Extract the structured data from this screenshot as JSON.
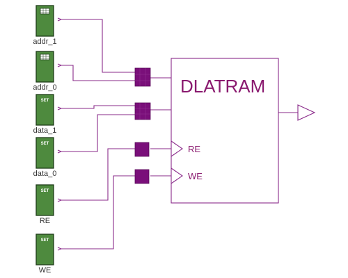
{
  "diagram": {
    "block_label": "DLATRAM",
    "ports": {
      "re": "RE",
      "we": "WE"
    },
    "inputs": [
      {
        "id": "addr_1",
        "label": "addr_1",
        "icon": "table-icon",
        "icon_text": ""
      },
      {
        "id": "addr_0",
        "label": "addr_0",
        "icon": "table-icon",
        "icon_text": ""
      },
      {
        "id": "data_1",
        "label": "data_1",
        "icon": "set-icon",
        "icon_text": "SET"
      },
      {
        "id": "data_0",
        "label": "data_0",
        "icon": "set-icon",
        "icon_text": "SET"
      },
      {
        "id": "re",
        "label": "RE",
        "icon": "set-icon",
        "icon_text": "SET"
      },
      {
        "id": "we",
        "label": "WE",
        "icon": "set-icon",
        "icon_text": "SET"
      }
    ],
    "colors": {
      "wire": "#8a2a8a",
      "bus_square": "#7a0f7a",
      "input_body": "#4e8a3e",
      "title_text": "#8a1a6f"
    }
  }
}
